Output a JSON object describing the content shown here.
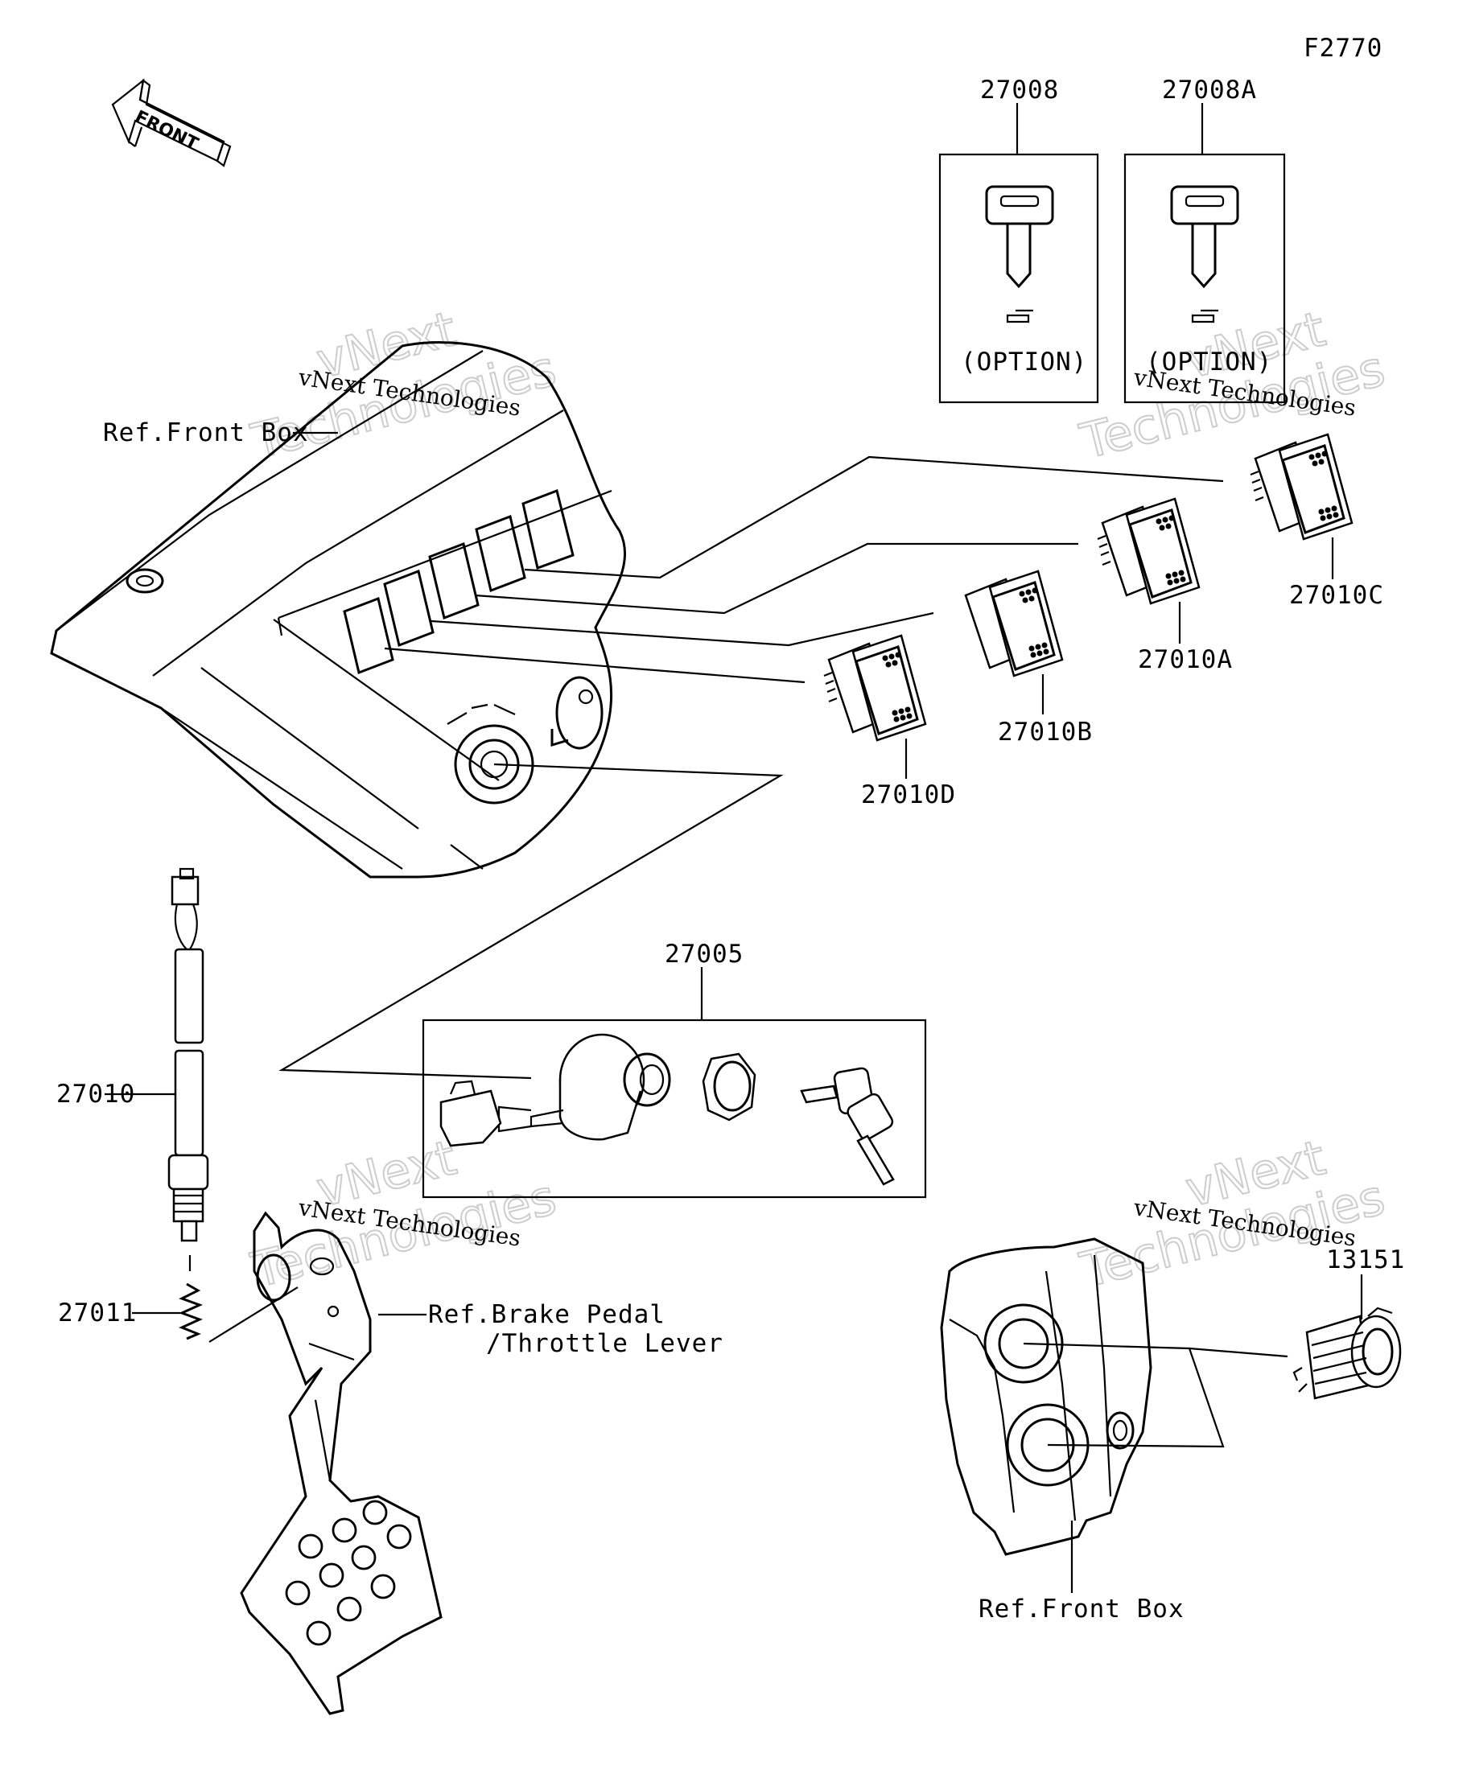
{
  "figure_code": "F2770",
  "labels": {
    "key_27008": "27008",
    "key_27008a": "27008A",
    "option_1": "(OPTION)",
    "option_2": "(OPTION)",
    "ref_front_box_top": "Ref.Front Box",
    "ref_front_box_bottom": "Ref.Front Box",
    "switch_c": "27010C",
    "switch_a": "27010A",
    "switch_b": "27010B",
    "switch_d": "27010D",
    "ignition_set": "27005",
    "brake_switch": "27010",
    "spring": "27011",
    "socket": "13151",
    "ref_brake_pedal_1": "Ref.Brake Pedal",
    "ref_brake_pedal_2": "/Throttle Lever",
    "front_arrow": "FRONT"
  },
  "watermarks": {
    "small_1": "vNext Technologies",
    "small_2": "vNext Technologies",
    "small_3": "vNext Technologies",
    "small_4": "vNext Technologies",
    "big_a_1": "vNext",
    "big_a_2": "Technologies",
    "big_b_1": "vNext",
    "big_b_2": "Technologies",
    "big_c_1": "vNext",
    "big_c_2": "Technologies",
    "big_d_1": "vNext",
    "big_d_2": "Technologies"
  }
}
